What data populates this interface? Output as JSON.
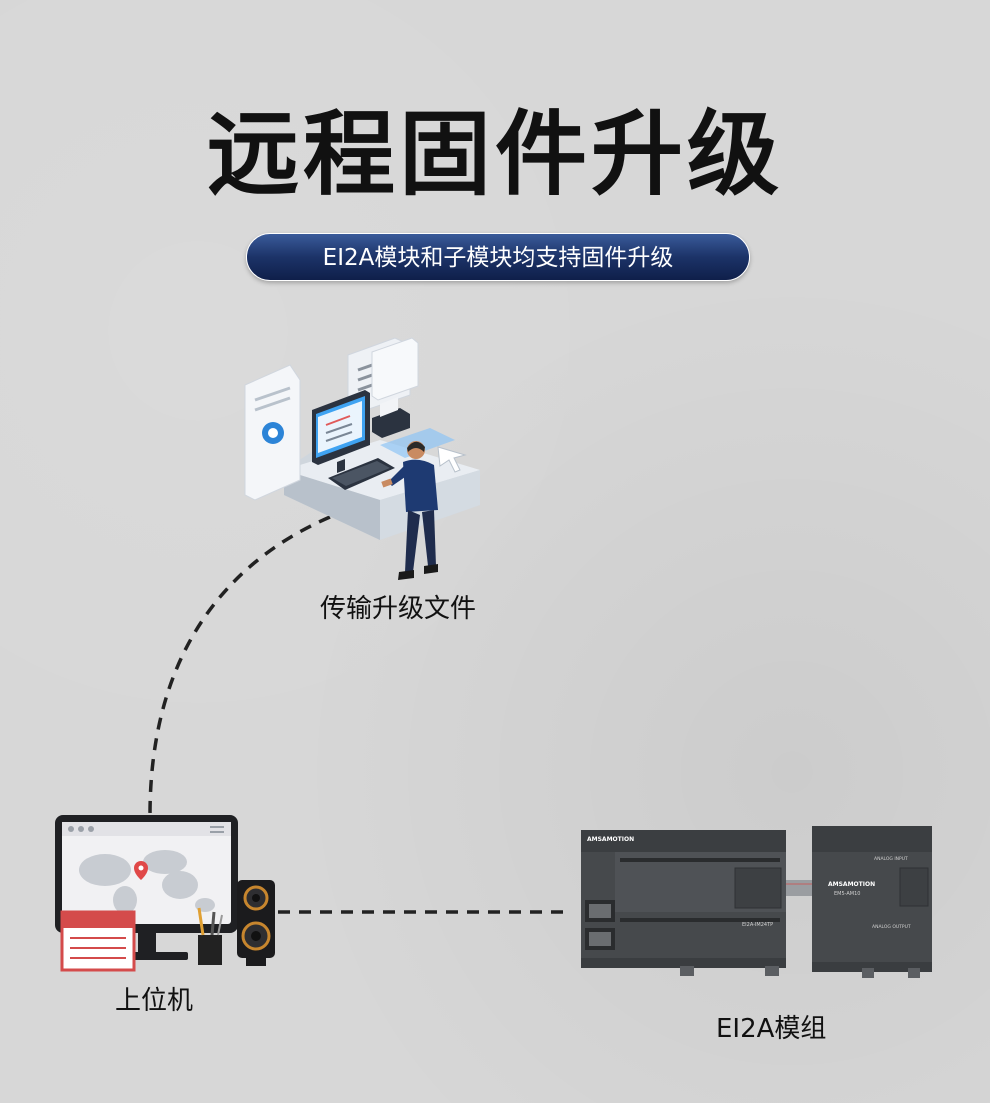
{
  "title": "远程固件升级",
  "subtitle": "EI2A模块和子模块均支持固件升级",
  "labels": {
    "transfer": "传输升级文件",
    "host": "上位机",
    "module": "EI2A模组"
  },
  "device_text": {
    "brand": "AMSAMOTION",
    "main_model": "EI2A-IM24TP",
    "sub_brand": "AMSAMOTION",
    "sub_model": "EM5-AM10",
    "analog_input": "ANALOG INPUT",
    "analog_output": "ANALOG OUTPUT"
  },
  "colors": {
    "pill_top": "#3a5b9a",
    "pill_bottom": "#0f1f4a",
    "title": "#111111",
    "dash": "#222222",
    "device": "#4a4d50"
  },
  "icons": [
    "operator-illustration",
    "computer-monitor-icon",
    "speaker-icon",
    "calendar-icon",
    "plc-module",
    "expansion-module"
  ]
}
